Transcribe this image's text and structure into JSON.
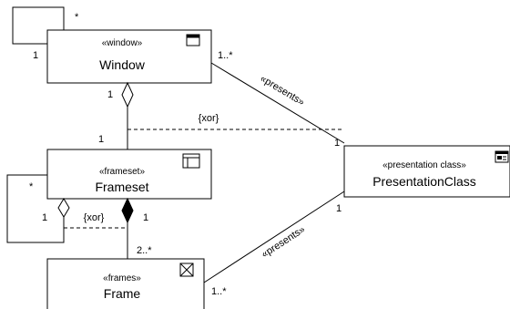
{
  "classes": {
    "window": {
      "stereotype": "«window»",
      "name": "Window",
      "icon": "window-icon"
    },
    "frameset": {
      "stereotype": "«frameset»",
      "name": "Frameset",
      "icon": "frameset-icon"
    },
    "frame": {
      "stereotype": "«frames»",
      "name": "Frame",
      "icon": "frame-icon"
    },
    "presentation": {
      "stereotype": "«presentation class»",
      "name": "PresentationClass",
      "icon": "presentation-class-icon"
    }
  },
  "associations": {
    "window_self": {
      "mult_start": "*",
      "mult_end": "1"
    },
    "window_presentation": {
      "label": "«presents»",
      "mult_window": "1..*",
      "mult_presentation": "1"
    },
    "window_frameset": {
      "mult_window": "1",
      "mult_frameset": "1"
    },
    "frameset_self": {
      "mult_start": "*",
      "mult_end": "1"
    },
    "frameset_frame": {
      "mult_frameset": "1",
      "mult_frame": "2..*"
    },
    "frame_presentation": {
      "label": "«presents»",
      "mult_frame": "1..*",
      "mult_presentation": "1"
    }
  },
  "constraints": {
    "xor_top": "{xor}",
    "xor_bottom": "{xor}"
  }
}
